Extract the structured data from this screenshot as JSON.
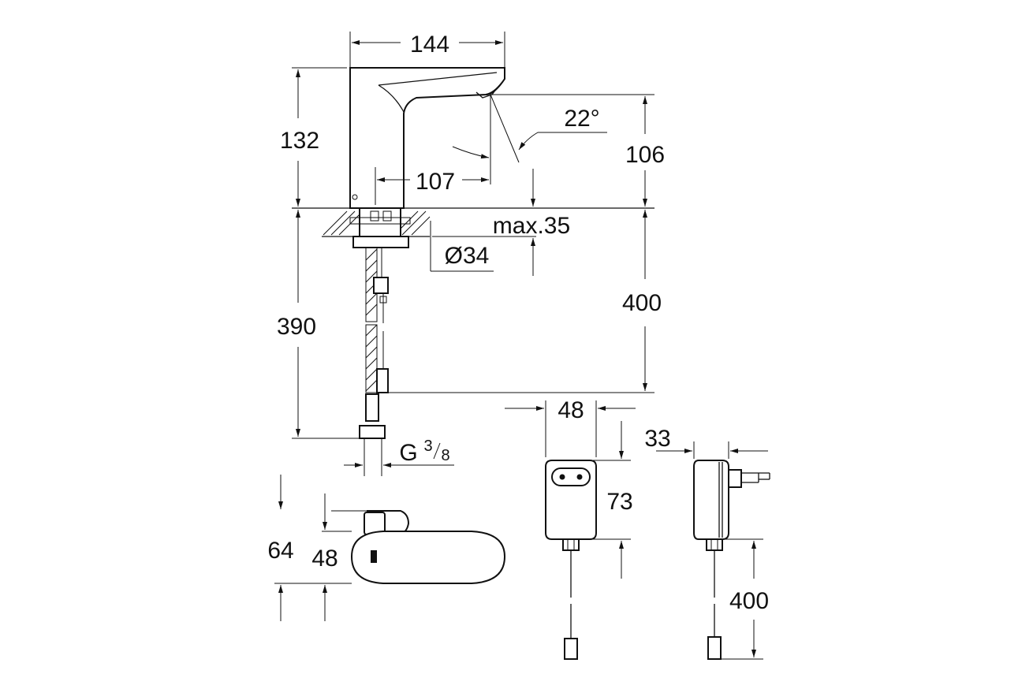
{
  "dimensions": {
    "spout_reach": "144",
    "height_132": "132",
    "angle": "22°",
    "height_106": "106",
    "reach_107": "107",
    "max_thickness": "max.35",
    "hole_diameter": "Ø34",
    "hose_400": "400",
    "hose_390": "390",
    "thread_main": "G",
    "thread_num": "3",
    "thread_den": "8",
    "psu_width": "48",
    "psu_depth": "33",
    "psu_height": "73",
    "psu_cable": "400",
    "box_64": "64",
    "box_48": "48"
  }
}
